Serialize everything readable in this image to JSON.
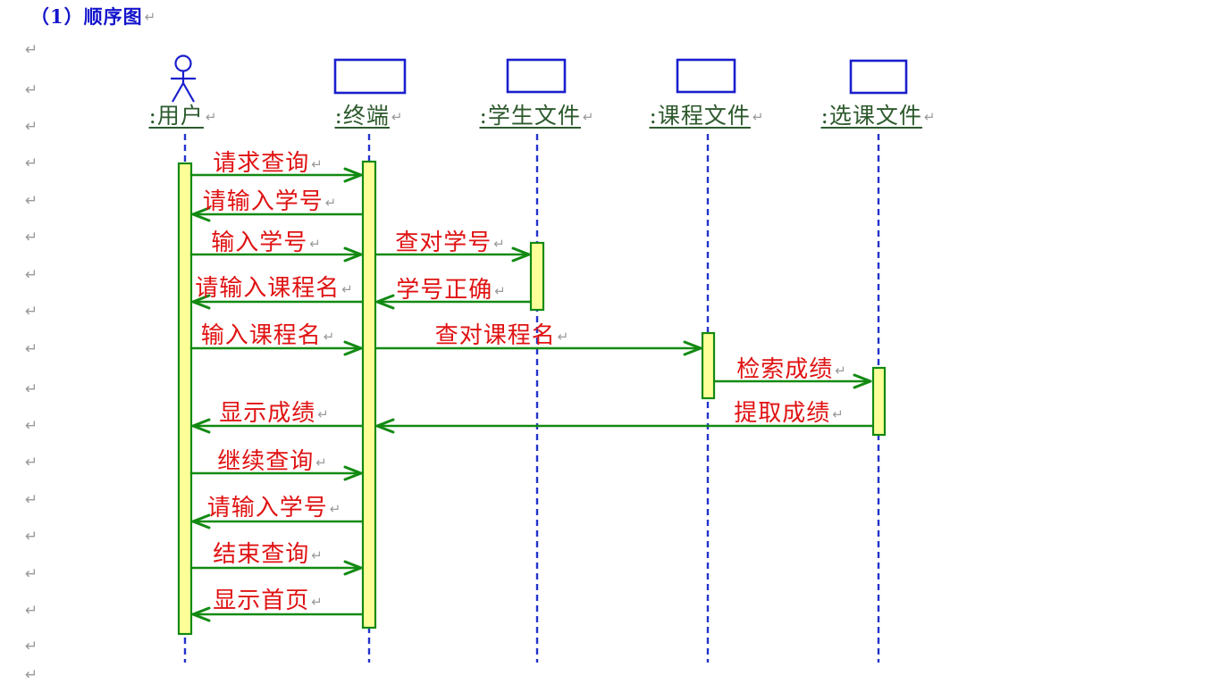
{
  "title": {
    "text": "（1）顺序图"
  },
  "symbols": {
    "pilcrow": "↵"
  },
  "colors": {
    "title_blue": "#1414cc",
    "shape_blue": "#1a1fcc",
    "lifeline_blue": "#2233cc",
    "arrow_green": "#128a12",
    "label_green": "#2d5a2d",
    "message_red": "#e01212",
    "activation_fill": "#ffff99",
    "pilcrow_gray": "#9a9a9a"
  },
  "diagram": {
    "type": "uml-sequence",
    "lifelines": [
      {
        "id": "user",
        "label": ":用户",
        "head": "actor"
      },
      {
        "id": "terminal",
        "label": ":终端",
        "head": "box"
      },
      {
        "id": "student-file",
        "label": ":学生文件",
        "head": "box"
      },
      {
        "id": "course-file",
        "label": ":课程文件",
        "head": "box"
      },
      {
        "id": "enroll-file",
        "label": ":选课文件",
        "head": "box"
      }
    ],
    "messages": [
      {
        "label": "请求查询",
        "from": "user",
        "to": "terminal"
      },
      {
        "label": "请输入学号",
        "from": "terminal",
        "to": "user"
      },
      {
        "label": "输入学号",
        "from": "user",
        "to": "terminal"
      },
      {
        "label": "查对学号",
        "from": "terminal",
        "to": "student-file"
      },
      {
        "label": "请输入课程名",
        "from": "terminal",
        "to": "user"
      },
      {
        "label": "学号正确",
        "from": "student-file",
        "to": "terminal"
      },
      {
        "label": "输入课程名",
        "from": "user",
        "to": "terminal"
      },
      {
        "label": "查对课程名",
        "from": "terminal",
        "to": "course-file"
      },
      {
        "label": "检索成绩",
        "from": "course-file",
        "to": "enroll-file"
      },
      {
        "label": "显示成绩",
        "from": "terminal",
        "to": "user"
      },
      {
        "label": "提取成绩",
        "from": "enroll-file",
        "to": "terminal"
      },
      {
        "label": "继续查询",
        "from": "user",
        "to": "terminal"
      },
      {
        "label": "请输入学号",
        "from": "terminal",
        "to": "user"
      },
      {
        "label": "结束查询",
        "from": "user",
        "to": "terminal"
      },
      {
        "label": "显示首页",
        "from": "terminal",
        "to": "user"
      }
    ]
  }
}
